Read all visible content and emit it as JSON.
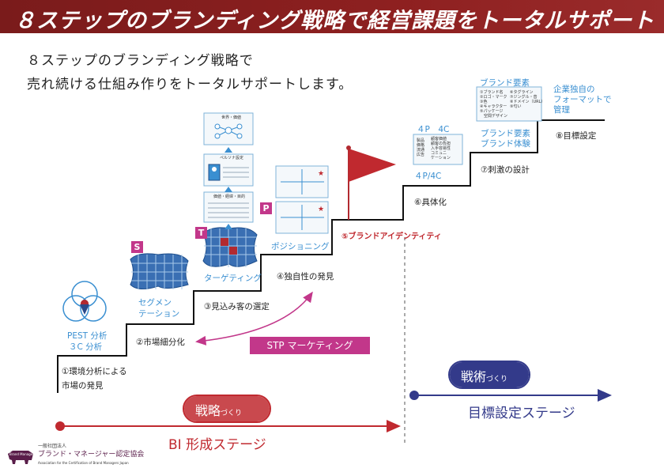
{
  "banner": {
    "title": "８ステップのブランディング戦略で経営課題をトータルサポート"
  },
  "intro": {
    "line1": "８ステップのブランディング戦略で",
    "line2": "売れ続ける仕組み作りをトータルサポートします。"
  },
  "steps": {
    "s1": "①環境分析による",
    "s1b": "市場の発見",
    "s2": "②市場細分化",
    "s3": "③見込み客の選定",
    "s4": "④独自性の発見",
    "s5": "⑤ブランドアイデンティティ",
    "s6": "⑥具体化",
    "s7": "⑦刺激の設計",
    "s8": "⑧目標設定"
  },
  "labels": {
    "pest1": "PEST 分析",
    "pest2": "３C 分析",
    "seg1": "セグメン",
    "seg2": "テーション",
    "targeting": "ターゲティング",
    "positioning": "ポジショニング",
    "four_p": "４P/4C",
    "fourp_card_title": "４P　4C",
    "brand_elem_title": "ブランド要素",
    "brand_exp1": "ブランド要素",
    "brand_exp2": "ブランド体験",
    "own_fmt1": "企業独自の",
    "own_fmt2": "フォーマットで",
    "own_fmt3": "管理",
    "stp": "STP マーケティング"
  },
  "badges": {
    "s": "S",
    "t": "T",
    "p": "P"
  },
  "card_small": {
    "persona": "ペルソナ設定",
    "env": "価値・経緯・目的",
    "top": "世界・価値",
    "brand_items_left": [
      "①ブランド名",
      "②ロゴ・マーク",
      "③色",
      "④キャラクター",
      "⑤パッケージ",
      "　空間デザイン"
    ],
    "brand_items_right": [
      "⑥タグライン",
      "⑦ジングル・音",
      "⑧ドメイン（URL）",
      "⑨匂い"
    ],
    "fourp_left": [
      "製品",
      "価格",
      "流通",
      "広告"
    ],
    "fourp_right": [
      "顧客価値",
      "顧客の負担",
      "入手容易性",
      "コミュニ",
      "ケーション"
    ]
  },
  "stages": {
    "strategy_pill": "戦略",
    "strategy_small": "づくり",
    "tactics_pill": "戦術",
    "tactics_small": "づくり",
    "bi_stage": "BI 形成ステージ",
    "goal_stage": "目標設定ステージ"
  },
  "logo": {
    "line1": "一般社団法人",
    "line2": "ブランド・マネージャー認定協会",
    "line3": "Association for the Certification of Brand Managers Japan",
    "mark": "Brand Manager"
  },
  "colors": {
    "banner": "#8e2020",
    "red": "#c0292f",
    "navy": "#333a8a",
    "blue": "#3a8fd1",
    "magenta": "#c2378a"
  }
}
